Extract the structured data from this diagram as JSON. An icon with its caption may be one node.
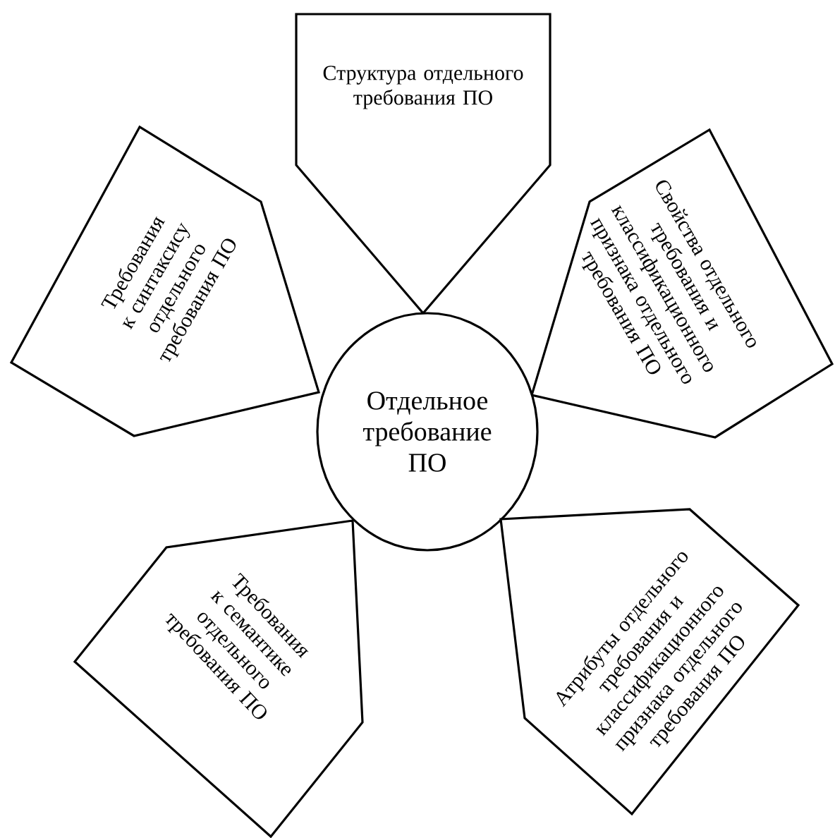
{
  "diagram": {
    "nodes": [
      {
        "text": [
          "Структура отдельного требования ПО"
        ]
      },
      {
        "text": [
          "Требования к синтаксису отдельного требования ПО"
        ]
      },
      {
        "text": [
          "Свойства отдельного требования и классификационного признака отдельного требования ПО"
        ]
      },
      {
        "text": [
          "Отдельное требование ПО"
        ]
      },
      {
        "text": [
          "Требования к семантике отдельного требования ПО"
        ]
      },
      {
        "text": [
          "Атрибуты отдельного требования и классификационного признака отдельного требования ПО"
        ]
      }
    ]
  }
}
